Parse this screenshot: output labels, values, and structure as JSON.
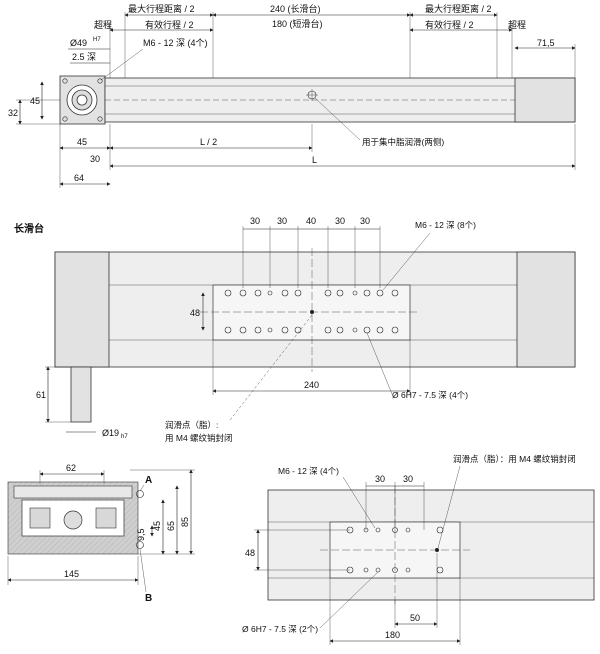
{
  "top_view": {
    "dims": {
      "overrun_left": "超程",
      "max_travel_left": "最大行程距离 / 2",
      "eff_travel_left": "有效行程 / 2",
      "len_long": "240 (长滑台)",
      "len_short": "180 (短滑台)",
      "max_travel_right": "最大行程距离 / 2",
      "eff_travel_right": "有效行程 / 2",
      "overrun_right": "超程",
      "d71_5": "71,5",
      "phi49": "Ø49",
      "phi49_tol": "H7",
      "d2_5": "2.5 深",
      "m6_holes": "M6 - 12 深 (4个)",
      "d45v": "45",
      "d32": "32",
      "d45h": "45",
      "l_half": "L / 2",
      "d30": "30",
      "l": "L",
      "d64": "64",
      "lube_note": "用于集中脂润滑(两侧)"
    }
  },
  "long_carriage": {
    "title": "长滑台",
    "spacing": [
      "30",
      "30",
      "40",
      "30",
      "30"
    ],
    "m6_note": "M6 - 12 深 (8个)",
    "d48": "48",
    "d240": "240",
    "dowel_note": "Ø 6H7 - 7.5 深 (4个)",
    "d61": "61",
    "phi19": "Ø19",
    "phi19_tol": "h7",
    "lube_point_line1": "润滑点（脂）:",
    "lube_point_line2": "用 M4 螺纹销封闭"
  },
  "section": {
    "d62": "62",
    "d9_5": "9,5",
    "d45": "45",
    "d65": "65",
    "d85": "85",
    "d145": "145",
    "label_a": "A",
    "label_b": "B"
  },
  "short_carriage": {
    "m6_note": "M6 - 12 深 (4个)",
    "spacing": [
      "30",
      "30"
    ],
    "lube_note": "润滑点（脂）：用 M4 螺纹销封闭",
    "d48": "48",
    "dowel_note": "Ø 6H7 - 7.5 深 (2个)",
    "d50": "50",
    "d180": "180"
  }
}
